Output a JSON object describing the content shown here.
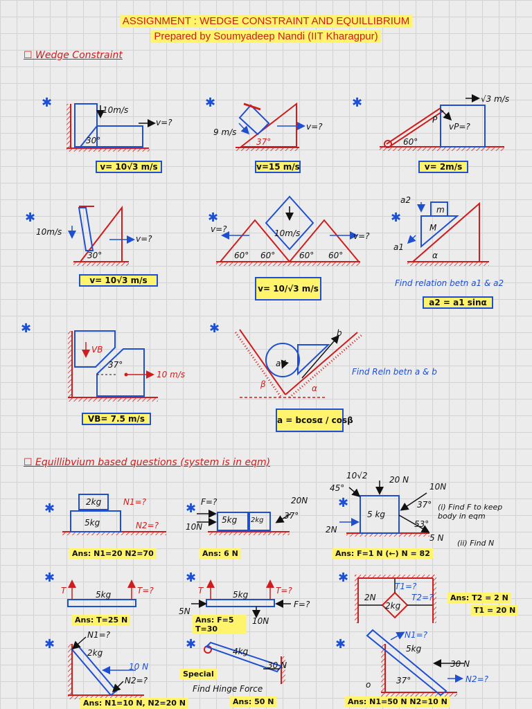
{
  "header": {
    "title": "ASSIGNMENT : WEDGE CONSTRAINT AND EQUILLIBRIUM",
    "subtitle": "Prepared by Soumyadeep Nandi (IIT Kharagpur)"
  },
  "sections": {
    "wedge": "Wedge Constraint",
    "equilibrium": "Equillibvium based questions (system is in eqm)"
  },
  "wedge_figs": {
    "f1": {
      "v1": "10m/s",
      "v2": "v=?",
      "angle": "30°",
      "ans": "v= 10√3 m/s"
    },
    "f2": {
      "v1": "9 m/s",
      "v2": "v=?",
      "angle": "37°",
      "ans": "v=15 m/s"
    },
    "f3": {
      "v1": "√3 m/s",
      "p": "P",
      "vp": "vP=?",
      "angle": "60°",
      "ans": "v= 2m/s"
    },
    "f4": {
      "v1": "10m/s",
      "v2": "v=?",
      "angle": "30°",
      "ans": "v= 10√3 m/s"
    },
    "f5": {
      "v1": "10m/s",
      "v2": "v=?",
      "v3": "v=?",
      "a1": "60°",
      "a2": "60°",
      "a3": "60°",
      "a4": "60°",
      "ans": "v= 10/√3 m/s"
    },
    "f6": {
      "a1": "a2",
      "a2": "a1",
      "m": "m",
      "M": "M",
      "angle": "α",
      "task": "Find relation betn a1 & a2",
      "ans": "a2 = a1 sinα"
    },
    "f7": {
      "vb": "VB",
      "angle": "37°",
      "v": "10 m/s",
      "ans": "VB= 7.5 m/s"
    },
    "f8": {
      "a": "a",
      "b": "b",
      "beta": "β",
      "alpha": "α",
      "task": "Find Reln betn a & b",
      "ans": "a = bcosα / cosβ"
    }
  },
  "eq_figs": {
    "e1": {
      "m1": "2kg",
      "m2": "5kg",
      "n1": "N1=?",
      "n2": "N2=?",
      "ans": "Ans: N1=20 N2=70"
    },
    "e2": {
      "f": "F=?",
      "f1": "10N",
      "f2": "20N",
      "m1": "5kg",
      "m2": "2kg",
      "angle": "37°",
      "ans": "Ans: 6 N"
    },
    "e3": {
      "f1": "10√2",
      "f2": "20 N",
      "f3": "10N",
      "f4": "2N",
      "f5": "5 N",
      "m": "5 kg",
      "a1": "45°",
      "a2": "37°",
      "a3": "53°",
      "task1": "(i) Find F to keep body in eqm",
      "task2": "(ii) Find N",
      "ans": "Ans: F=1 N (←) N = 82"
    },
    "e4": {
      "t1": "T",
      "t2": "T=?",
      "m": "5kg",
      "ans": "Ans: T=25 N"
    },
    "e5": {
      "t1": "T",
      "t2": "T=?",
      "m": "5kg",
      "f1": "5N",
      "f2": "F=?",
      "f3": "10N",
      "ans": "Ans: F=5  T=30"
    },
    "e6": {
      "t1": "T1=?",
      "t2": "T2=?",
      "f": "2N",
      "m": "2kg",
      "ans1": "Ans: T2 = 2 N",
      "ans2": "T1 = 20 N"
    },
    "e7": {
      "n1": "N1=?",
      "n2": "N2=?",
      "m": "2kg",
      "f": "10 N",
      "ans": "Ans: N1=10 N, N2=20 N"
    },
    "e8": {
      "m": "4kg",
      "f": "30 N",
      "tag": "Special",
      "task": "Find Hinge Force",
      "ans": "Ans: 50 N"
    },
    "e9": {
      "n1": "N1=?",
      "n2": "N2=?",
      "m": "5kg",
      "f": "30 N",
      "angle": "37°",
      "o": "o",
      "ans": "Ans: N1=50 N  N2=10 N"
    }
  },
  "colors": {
    "red": "#d01c1c",
    "blue": "#1e4fd1",
    "highlight": "#fff46b"
  }
}
